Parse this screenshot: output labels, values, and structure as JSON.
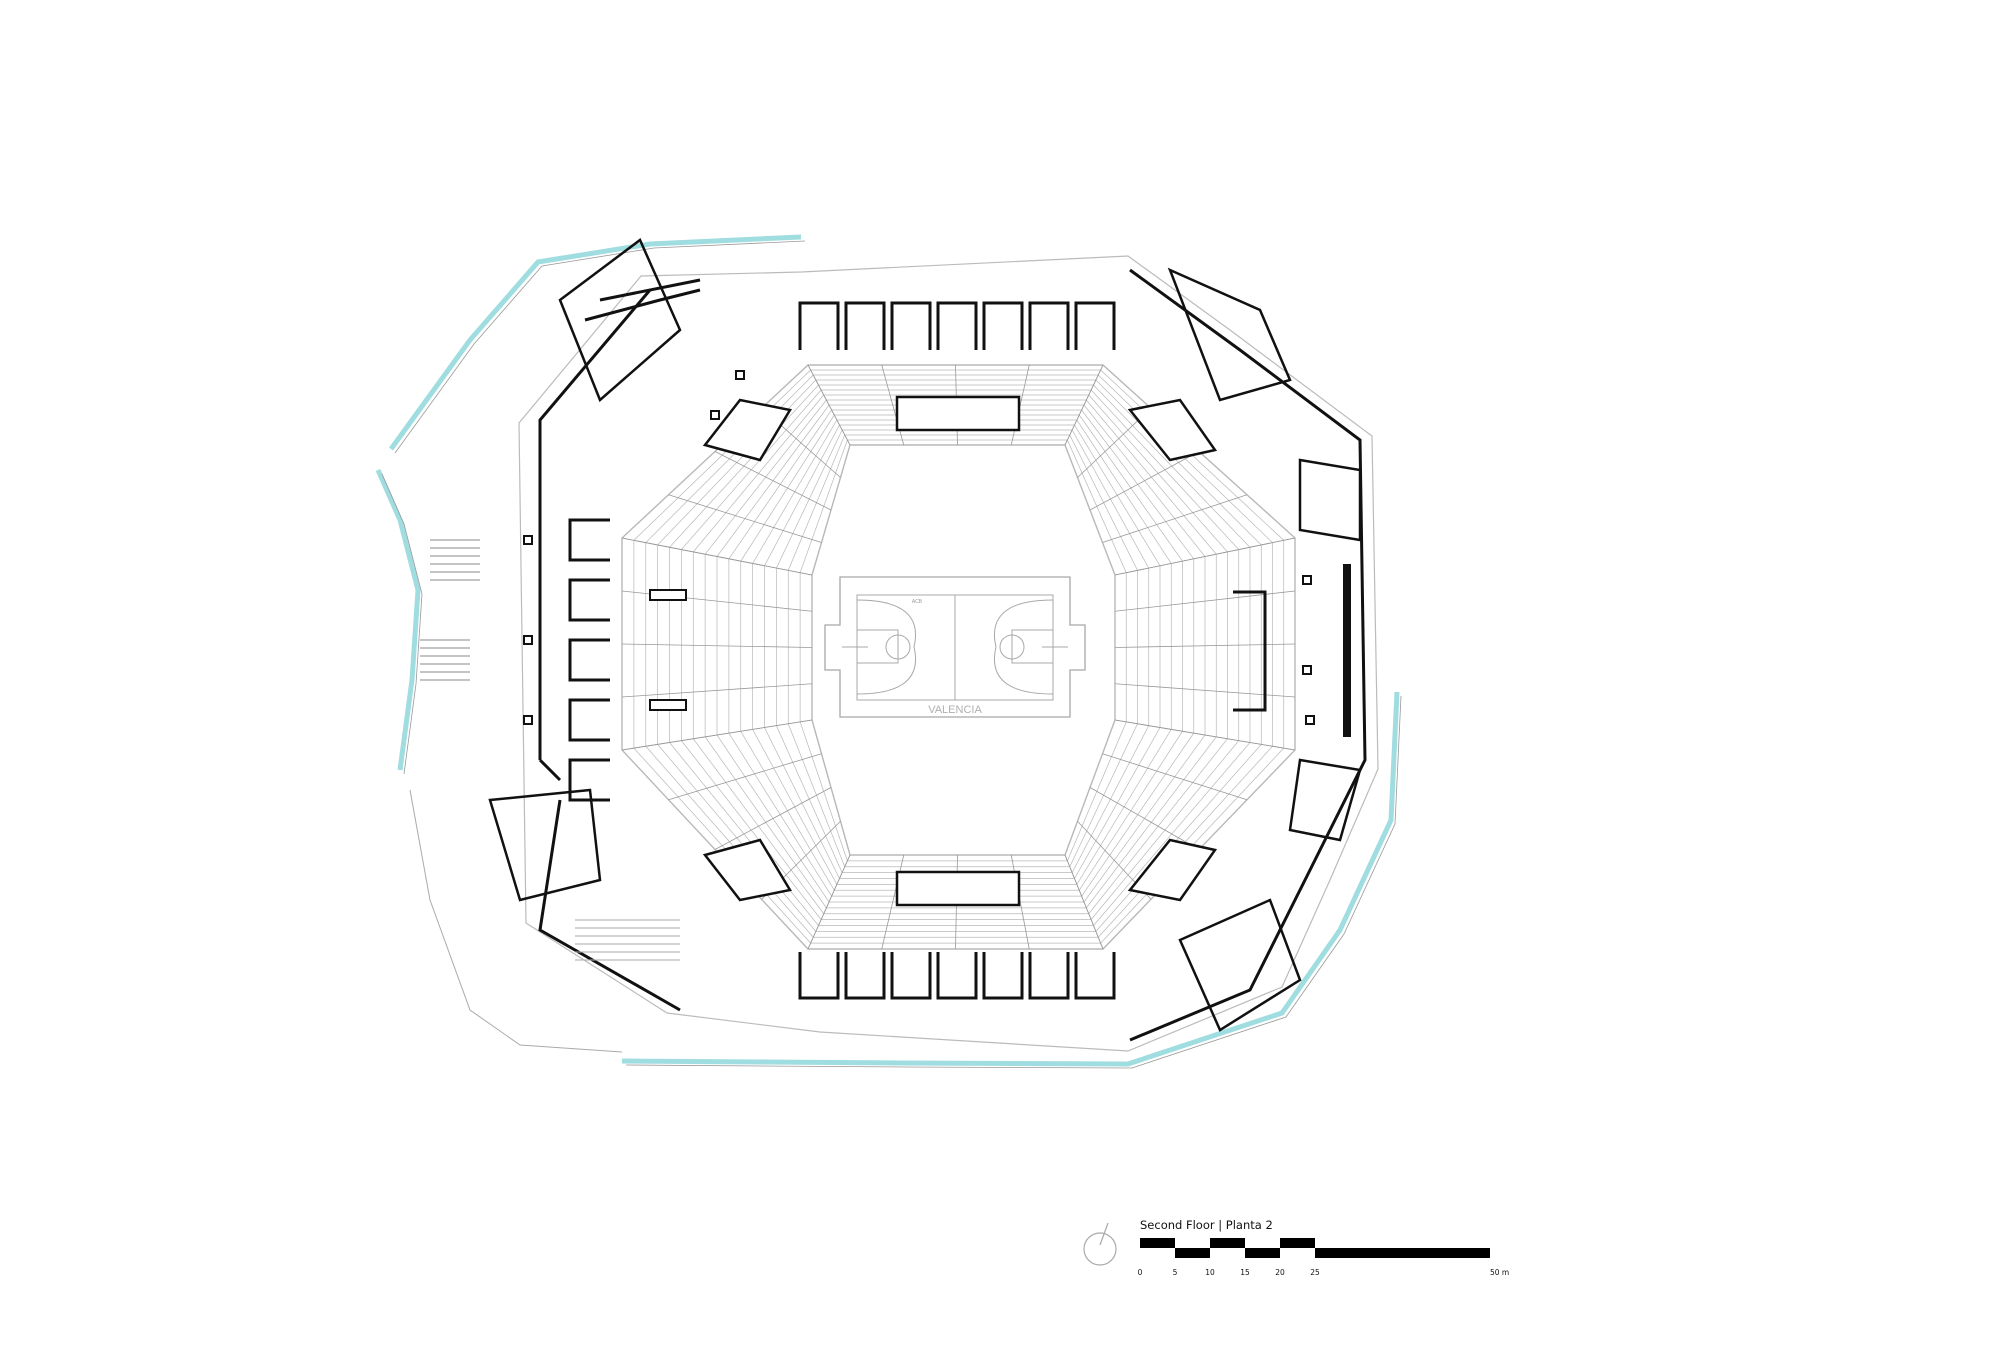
{
  "plan": {
    "title": "Second Floor | Planta 2",
    "court_text": "VALENCIA",
    "court_mark": "ACB"
  },
  "scale_bar": {
    "unit": "m",
    "ticks": [
      "0",
      "5",
      "10",
      "15",
      "20",
      "25",
      "50 m"
    ]
  },
  "north_arrow_icon": "north-arrow",
  "colors": {
    "walls": "#111111",
    "seating": "#b8b8b8",
    "glazing": "#9fdde0",
    "court": "#a8a8a8"
  }
}
